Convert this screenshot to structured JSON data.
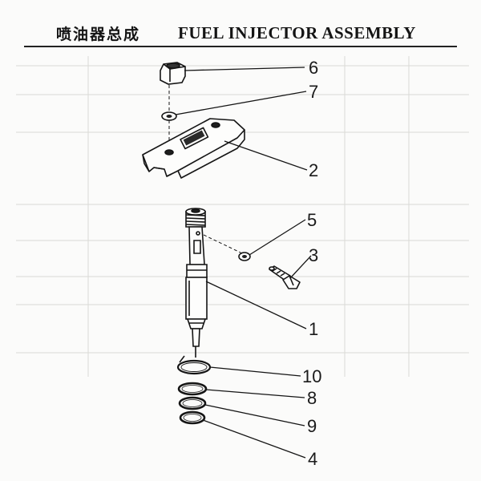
{
  "header": {
    "title_cn": "喷油器总成",
    "title_en": "FUEL INJECTOR ASSEMBLY"
  },
  "callouts": [
    {
      "id": "6",
      "label": "6"
    },
    {
      "id": "7",
      "label": "7"
    },
    {
      "id": "2",
      "label": "2"
    },
    {
      "id": "5",
      "label": "5"
    },
    {
      "id": "3",
      "label": "3"
    },
    {
      "id": "1",
      "label": "1"
    },
    {
      "id": "10",
      "label": "10"
    },
    {
      "id": "8",
      "label": "8"
    },
    {
      "id": "9",
      "label": "9"
    },
    {
      "id": "4",
      "label": "4"
    }
  ]
}
